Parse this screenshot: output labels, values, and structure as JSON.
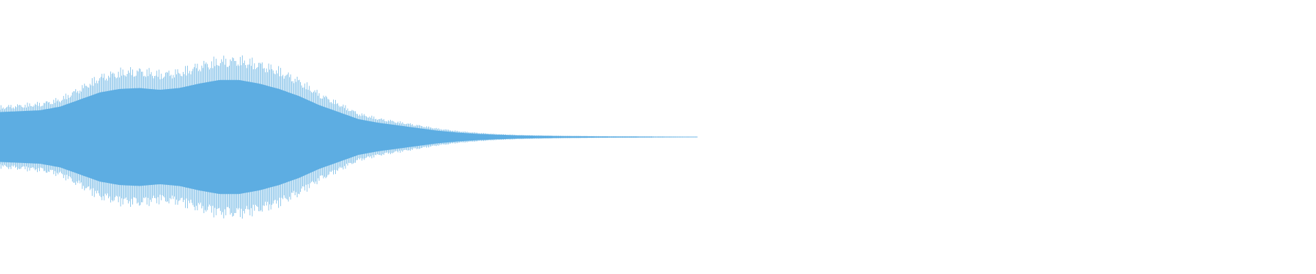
{
  "waveform": {
    "color": "#5DADE2",
    "background": "#ffffff",
    "baseline_color": "#5DADE2",
    "envelope": {
      "peak_amplitude": [
        0.36,
        0.38,
        0.4,
        0.45,
        0.58,
        0.72,
        0.78,
        0.8,
        0.76,
        0.78,
        0.86,
        0.92,
        0.93,
        0.88,
        0.8,
        0.68,
        0.52,
        0.4,
        0.28,
        0.22,
        0.18,
        0.14,
        0.1,
        0.07,
        0.05,
        0.035,
        0.025,
        0.02,
        0.015,
        0.012,
        0.01,
        0.008,
        0.007,
        0.006,
        0.005,
        0.004
      ],
      "body_amplitude": [
        0.28,
        0.29,
        0.3,
        0.34,
        0.42,
        0.5,
        0.54,
        0.55,
        0.53,
        0.55,
        0.6,
        0.64,
        0.64,
        0.6,
        0.54,
        0.46,
        0.36,
        0.28,
        0.2,
        0.16,
        0.13,
        0.1,
        0.07,
        0.05,
        0.035,
        0.025,
        0.018,
        0.014,
        0.011,
        0.009,
        0.007,
        0.006,
        0.005,
        0.004,
        0.003,
        0.003
      ]
    },
    "signal_fraction_of_width": 0.53,
    "cycles_shown": 260
  }
}
